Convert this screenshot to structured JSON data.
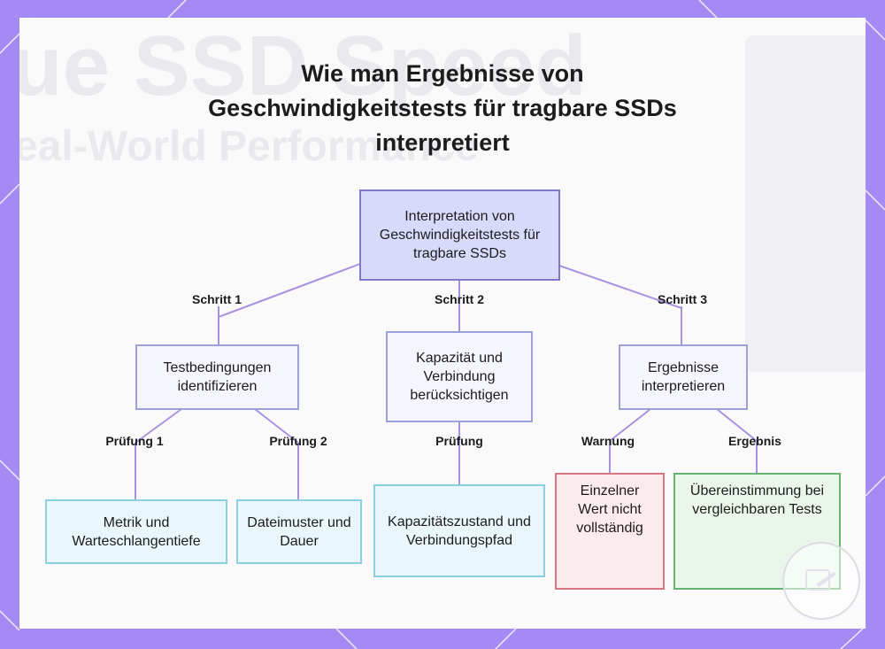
{
  "title": "Wie man Ergebnisse von Geschwindigkeitstests für tragbare SSDs interpretiert",
  "background_text": {
    "line1": "ue SSD Speed",
    "line2": "eal-World Performance"
  },
  "nodes": {
    "root": "Interpretation von Geschwindigkeitstests für tragbare SSDs",
    "step1": "Testbedingungen identifizieren",
    "step2": "Kapazität und Verbindung berücksichtigen",
    "step3": "Ergebnisse interpretieren",
    "metric": "Metrik und Warteschlangentiefe",
    "file": "Dateimuster und Dauer",
    "capacity": "Kapazitätszustand und Verbindungspfad",
    "single": "Einzelner Wert nicht vollständig",
    "match": "Übereinstimmung bei vergleichbaren Tests"
  },
  "edge_labels": {
    "step1": "Schritt 1",
    "step2": "Schritt 2",
    "step3": "Schritt 3",
    "check1": "Prüfung 1",
    "check2": "Prüfung 2",
    "check": "Prüfung",
    "warning": "Warnung",
    "result": "Ergebnis"
  },
  "colors": {
    "frame": "#a48af2",
    "root_fill": "#d8dafc",
    "leaf_warning_border": "#dc7481",
    "leaf_result_border": "#67b372"
  }
}
